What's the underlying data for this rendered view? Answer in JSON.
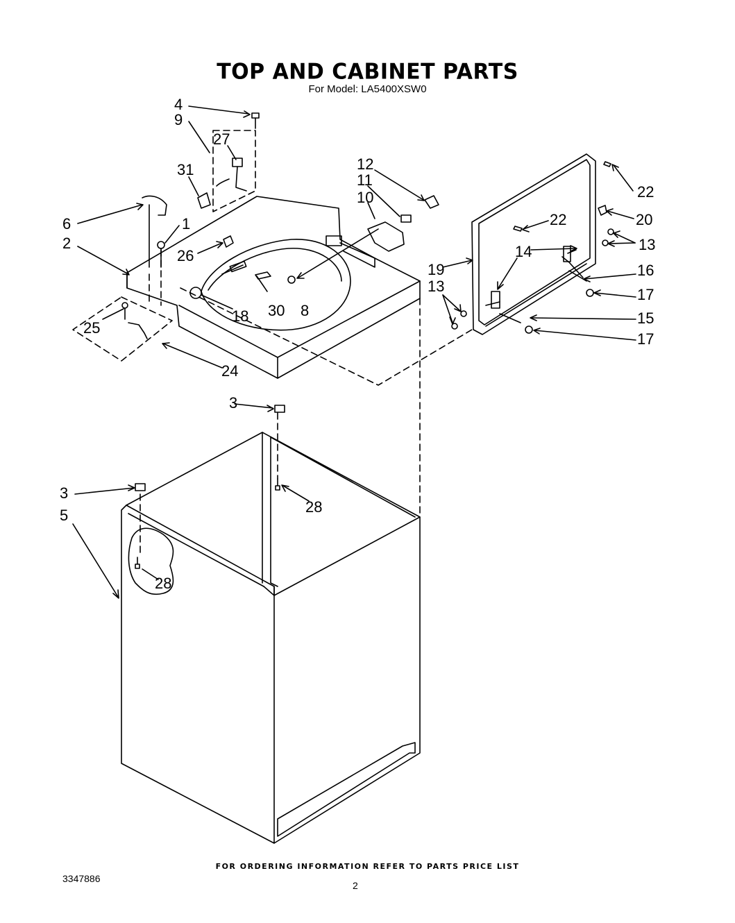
{
  "header": {
    "title": "TOP AND CABINET PARTS",
    "subtitle": "For Model: LA5400XSW0"
  },
  "callouts": [
    "1",
    "2",
    "3",
    "3",
    "4",
    "5",
    "6",
    "8",
    "9",
    "10",
    "11",
    "12",
    "13",
    "13",
    "14",
    "15",
    "16",
    "17",
    "17",
    "18",
    "19",
    "20",
    "22",
    "22",
    "24",
    "25",
    "26",
    "27",
    "28",
    "28",
    "30",
    "31"
  ],
  "footer": {
    "ordering_note": "FOR ORDERING INFORMATION REFER TO PARTS PRICE LIST",
    "document_number": "3347886",
    "page_number": "2"
  }
}
